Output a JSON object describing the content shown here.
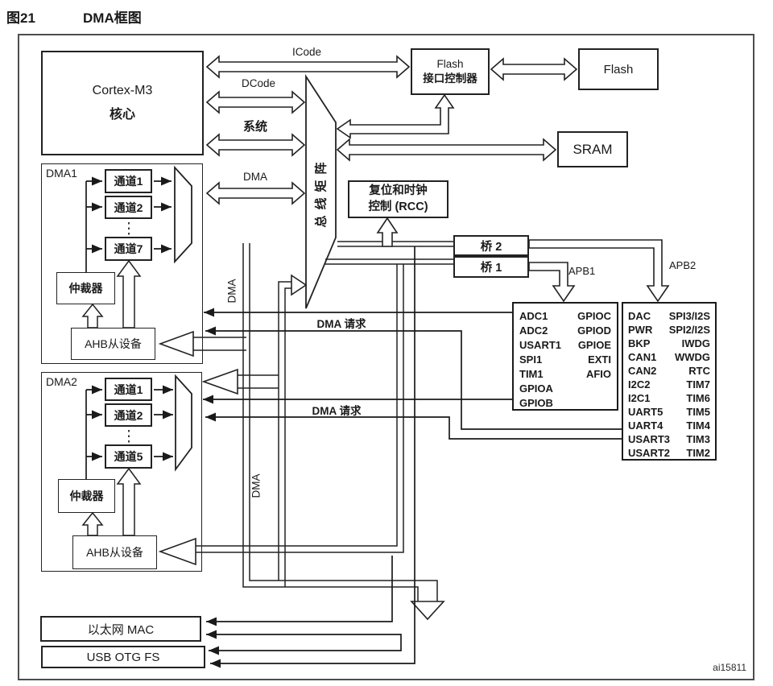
{
  "title": {
    "fig": "图21",
    "name": "DMA框图"
  },
  "watermark": "ai15811",
  "cortex": {
    "line1": "Cortex-M3",
    "line2": "核心"
  },
  "bus_matrix_label": "总线矩阵",
  "buses": {
    "icode": "ICode",
    "dcode": "DCode",
    "system": "系统",
    "dma": "DMA",
    "dma_vertical_1": "DMA",
    "dma_vertical_2": "DMA",
    "request_1": "DMA  请求",
    "request_2": "DMA  请求",
    "apb1": "APB1",
    "apb2": "APB2"
  },
  "flash_if": {
    "line1": "Flash",
    "line2": "接口控制器"
  },
  "flash": "Flash",
  "sram": "SRAM",
  "rcc": {
    "line1": "复位和时钟",
    "line2": "控制 (RCC)"
  },
  "bridge2": "桥  2",
  "bridge1": "桥  1",
  "dma1": {
    "label": "DMA1",
    "ch1": "通道1",
    "ch2": "通道2",
    "chN": "通道7",
    "arbiter": "仲裁器",
    "ahb": "AHB从设备"
  },
  "dma2": {
    "label": "DMA2",
    "ch1": "通道1",
    "ch2": "通道2",
    "chN": "通道5",
    "arbiter": "仲裁器",
    "ahb": "AHB从设备"
  },
  "apb1_box": {
    "left": [
      "ADC1",
      "ADC2",
      "USART1",
      "SPI1",
      "TIM1",
      "GPIOA",
      "GPIOB"
    ],
    "right": [
      "GPIOC",
      "GPIOD",
      "GPIOE",
      "EXTI",
      "AFIO"
    ]
  },
  "apb2_box": {
    "left": [
      "DAC",
      "PWR",
      "BKP",
      "CAN1",
      "CAN2",
      "I2C2",
      "I2C1",
      "UART5",
      "UART4",
      "USART3",
      "USART2"
    ],
    "right": [
      "SPI3/I2S",
      "SPI2/I2S",
      "IWDG",
      "WWDG",
      "RTC",
      "TIM7",
      "TIM6",
      "TIM5",
      "TIM4",
      "TIM3",
      "TIM2"
    ]
  },
  "mac": "以太网 MAC",
  "usb": "USB OTG FS",
  "colors": {
    "line": "#222222",
    "frame": "#4d4d4d",
    "background": "#ffffff"
  }
}
